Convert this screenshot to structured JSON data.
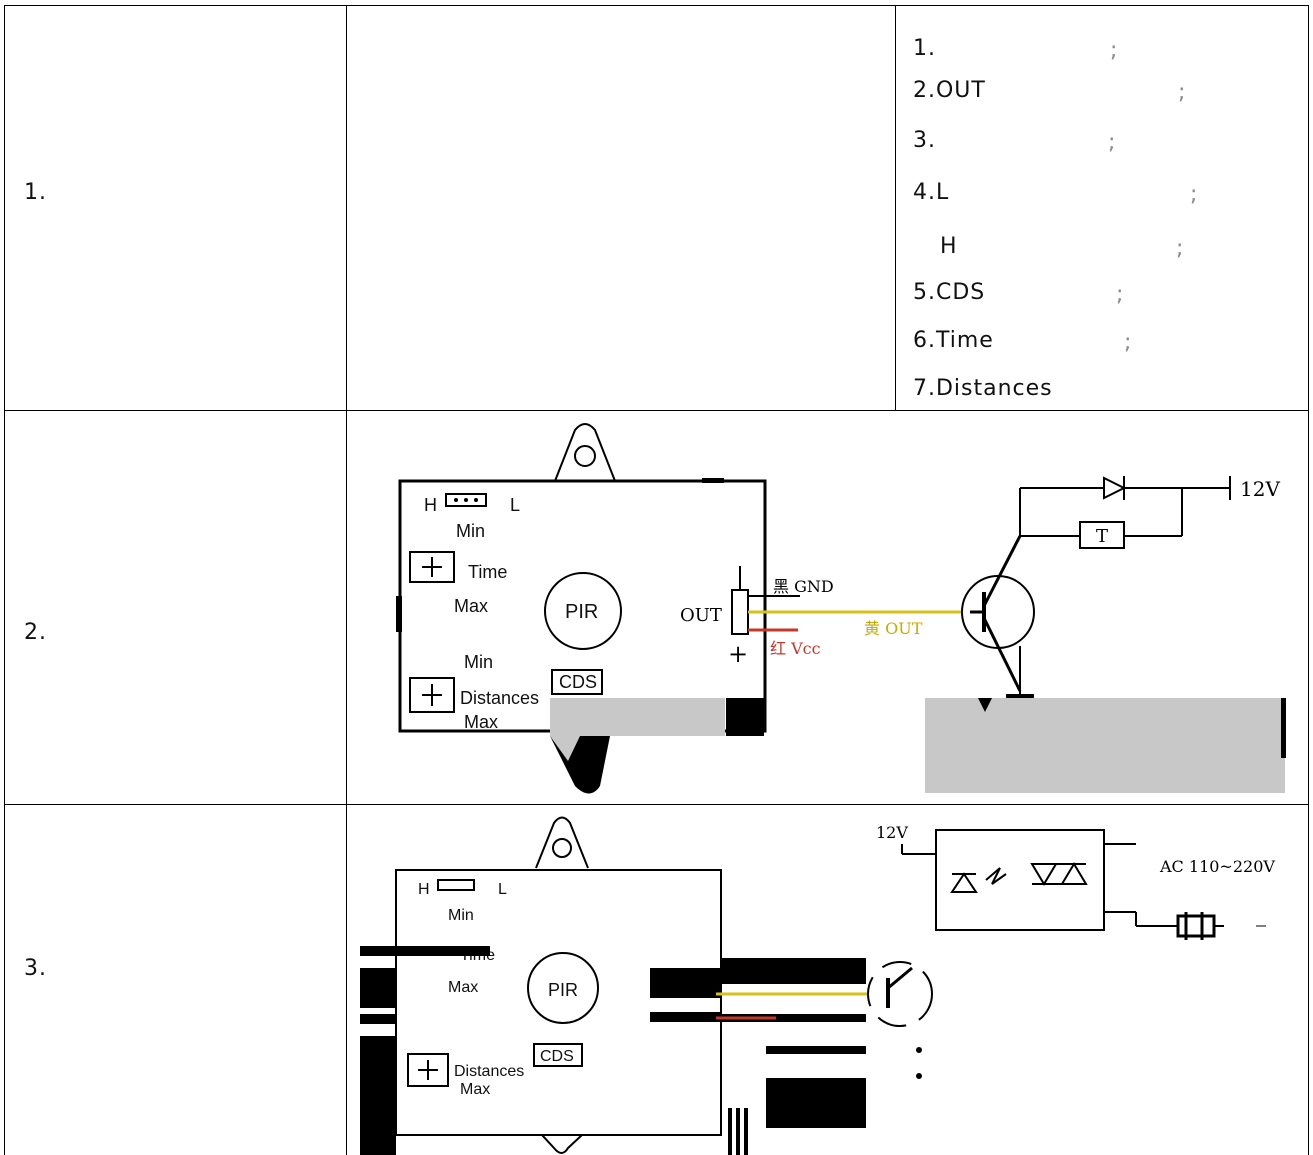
{
  "rows": [
    {
      "label": "1."
    },
    {
      "label": "2."
    },
    {
      "label": "3."
    }
  ],
  "notes": [
    {
      "prefix": "1.",
      "sep": ";"
    },
    {
      "prefix": "2.OUT",
      "sep": ";"
    },
    {
      "prefix": "3.",
      "sep": ";"
    },
    {
      "prefix": "4.L",
      "sep": ";"
    },
    {
      "prefix": "H",
      "sep": ";"
    },
    {
      "prefix": "5.CDS",
      "sep": ";"
    },
    {
      "prefix": "6.Time",
      "sep": ";"
    },
    {
      "prefix": "7.Distances",
      "sep": ""
    }
  ],
  "module": {
    "h": "H",
    "l": "L",
    "min": "Min",
    "max": "Max",
    "time": "Time",
    "distances": "Distances",
    "pir": "PIR",
    "cds": "CDS",
    "out": "OUT",
    "plus": "+"
  },
  "wiring": {
    "gnd": "黑 GND",
    "out": "黄 OUT",
    "vcc": "红 Vcc",
    "v12": "12V",
    "t": "T",
    "ac": "AC 110~220V"
  },
  "colors": {
    "border": "#000000",
    "yellow_wire": "#d6c21a",
    "red_wire": "#c0392b",
    "gray_mask": "#c8c8c8"
  }
}
